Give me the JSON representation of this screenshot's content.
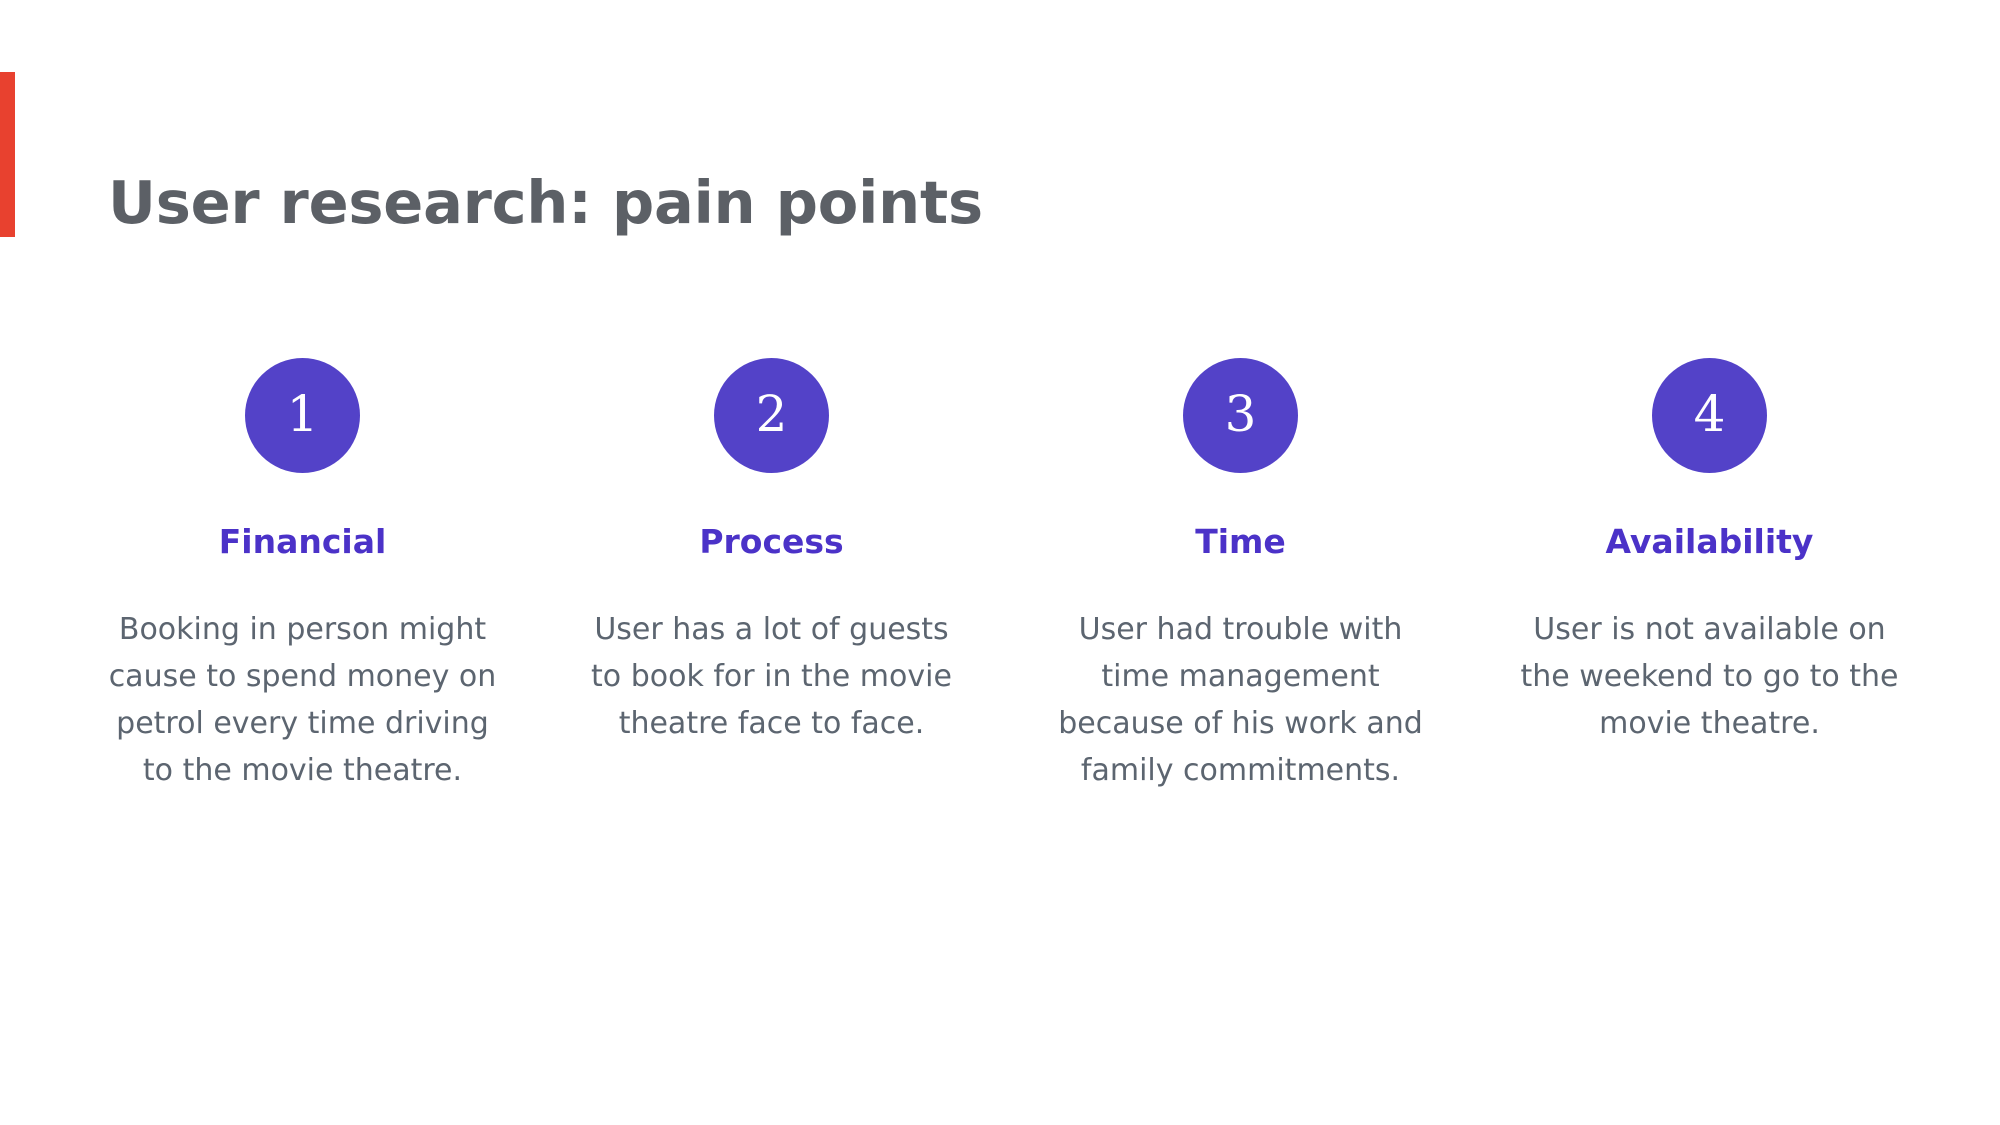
{
  "slide": {
    "title": "User research: pain points",
    "accent_bar_color": "#e8412f",
    "title_color": "#5c6066",
    "badge_color": "#5342c8",
    "heading_color": "#4b32c8",
    "body_color": "#5c6570",
    "background_color": "#ffffff"
  },
  "cards": [
    {
      "number": "1",
      "heading": "Financial",
      "body": "Booking in person might cause to spend money on petrol every time driving to the movie theatre."
    },
    {
      "number": "2",
      "heading": "Process",
      "body": "User has a lot of guests to book for in the movie theatre face to face."
    },
    {
      "number": "3",
      "heading": "Time",
      "body": "User had trouble with time management because of his work and family commitments."
    },
    {
      "number": "4",
      "heading": "Availability",
      "body": "User is not available on the weekend to go to the movie theatre."
    }
  ]
}
